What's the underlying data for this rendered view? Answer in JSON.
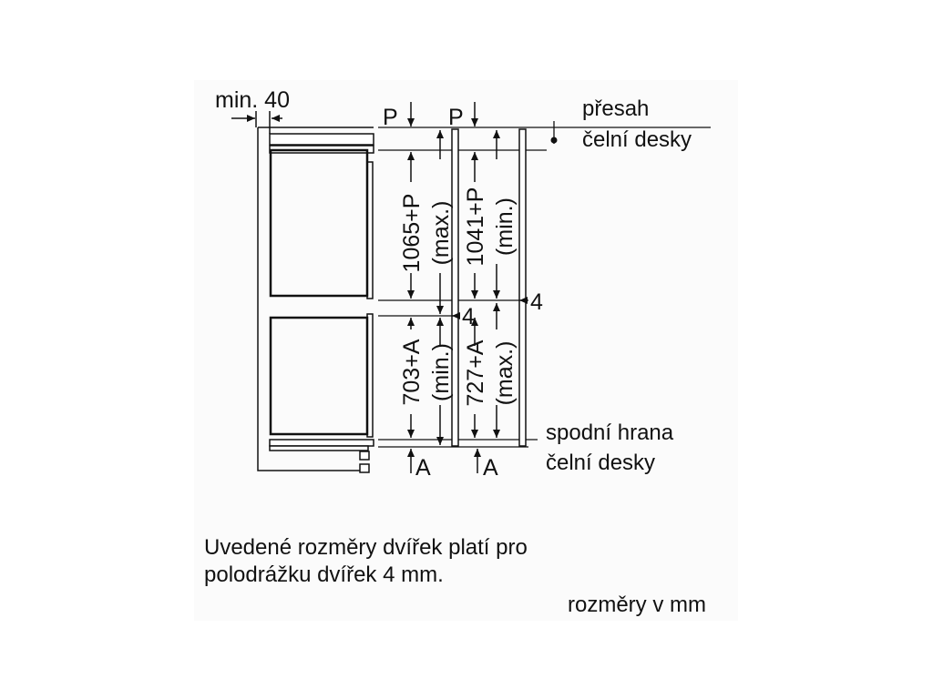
{
  "diagram": {
    "labels": {
      "min_gap": "min. 40",
      "p_left": "P",
      "p_right": "P",
      "overhang_line1": "přesah",
      "overhang_line2": "čelní desky",
      "upper_left_dim": "1065+P",
      "upper_left_note": "(max.)",
      "upper_right_dim": "1041+P",
      "upper_right_note": "(min.)",
      "lower_left_dim": "703+A",
      "lower_left_note": "(min.)",
      "lower_right_dim": "727+A",
      "lower_right_note": "(max.)",
      "gap_left": "4",
      "gap_right": "4",
      "bottom_edge_line1": "spodní hrana",
      "bottom_edge_line2": "čelní desky",
      "a_left": "A",
      "a_right": "A"
    },
    "notes": {
      "door_note_line1": "Uvedené rozměry dvířek platí pro",
      "door_note_line2": "polodrážku dvířek 4 mm.",
      "units": "rozměry v mm"
    }
  }
}
